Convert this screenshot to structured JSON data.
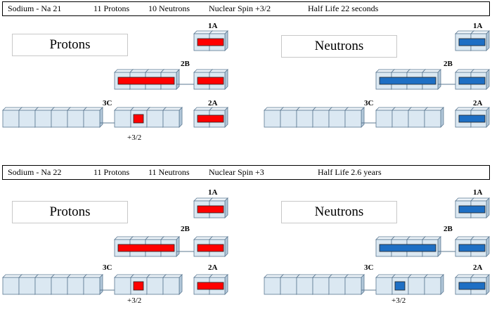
{
  "colors": {
    "cell_face": "#dbe8f2",
    "cell_top": "#eef4f9",
    "cell_side": "#b3c8da",
    "cell_stroke": "#5b7891",
    "proton_fill": "#ff0000",
    "neutron_fill": "#1e6fc4",
    "box_border": "#c8c8c8"
  },
  "panels": [
    {
      "isotope": "Sodium - Na 21",
      "protons": "11 Protons",
      "neutrons": "10 Neutrons",
      "spin": "Nuclear Spin +3/2",
      "half_life": "Half Life 22 seconds",
      "proton_label": "Protons",
      "neutron_label": "Neutrons",
      "shells": {
        "s1A": "1A",
        "s2B": "2B",
        "s2A": "2A",
        "s3C": "3C"
      },
      "proton_3C_filled": 1,
      "proton_spin": "+3/2",
      "neutron_3C_filled": 0,
      "neutron_spin": ""
    },
    {
      "isotope": "Sodium - Na 22",
      "protons": "11 Protons",
      "neutrons": "11 Neutrons",
      "spin": "Nuclear Spin +3",
      "half_life": "Half Life 2.6 years",
      "proton_label": "Protons",
      "neutron_label": "Neutrons",
      "shells": {
        "s1A": "1A",
        "s2B": "2B",
        "s2A": "2A",
        "s3C": "3C"
      },
      "proton_3C_filled": 1,
      "proton_spin": "+3/2",
      "neutron_3C_filled": 1,
      "neutron_spin": "+3/2"
    }
  ]
}
